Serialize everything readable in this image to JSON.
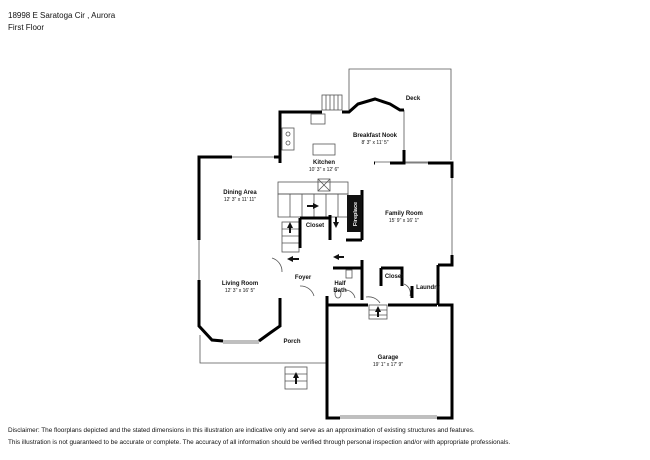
{
  "header": {
    "address": "18998 E Saratoga Cir , Aurora",
    "floor": "First Floor"
  },
  "rooms": {
    "deck": {
      "name": "Deck",
      "dims": ""
    },
    "breakfast_nook": {
      "name": "Breakfast Nook",
      "dims": "8' 3\" x 11' 5\""
    },
    "kitchen": {
      "name": "Kitchen",
      "dims": "10' 3\" x 12' 6\""
    },
    "dining_area": {
      "name": "Dining Area",
      "dims": "12' 3\" x 11' 11\""
    },
    "family_room": {
      "name": "Family Room",
      "dims": "15' 9\" x 16' 1\""
    },
    "fireplace": {
      "name": "Fireplace",
      "dims": ""
    },
    "closet_upper": {
      "name": "Closet",
      "dims": ""
    },
    "foyer": {
      "name": "Foyer",
      "dims": ""
    },
    "living_room": {
      "name": "Living Room",
      "dims": "12' 3\" x 16' 5\""
    },
    "half_bath": {
      "name": "Half Bath",
      "dims": ""
    },
    "half_bath_line1": "Half",
    "half_bath_line2": "Bath",
    "closet_lower": {
      "name": "Closet",
      "dims": ""
    },
    "laundry": {
      "name": "Laundry",
      "dims": ""
    },
    "porch": {
      "name": "Porch",
      "dims": ""
    },
    "garage": {
      "name": "Garage",
      "dims": "19' 1\" x 17' 9\""
    }
  },
  "disclaimer": {
    "line1": "Disclaimer: The floorplans depicted and the stated dimensions in this illustration are indicative only and serve as an approximation of existing structures and features.",
    "line2": "This illustration is not guaranteed to be accurate or complete. The accuracy of all information should be verified through personal inspection and/or with appropriate professionals."
  },
  "colors": {
    "wall": "#000000",
    "thin_line": "#555555",
    "background": "#ffffff"
  }
}
